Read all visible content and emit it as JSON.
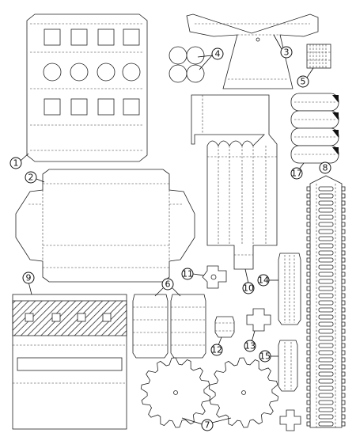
{
  "parts": [
    {
      "id": "part-1",
      "number": "1"
    },
    {
      "id": "part-2",
      "number": "2"
    },
    {
      "id": "part-3",
      "number": "3"
    },
    {
      "id": "part-4",
      "number": "4"
    },
    {
      "id": "part-5",
      "number": "5"
    },
    {
      "id": "part-6",
      "number": "6"
    },
    {
      "id": "part-7",
      "number": "7"
    },
    {
      "id": "part-8",
      "number": "8"
    },
    {
      "id": "part-9",
      "number": "9"
    },
    {
      "id": "part-10",
      "number": "10"
    },
    {
      "id": "part-11",
      "number": "11"
    },
    {
      "id": "part-12",
      "number": "12"
    },
    {
      "id": "part-13",
      "number": "13"
    },
    {
      "id": "part-14",
      "number": "14"
    },
    {
      "id": "part-15",
      "number": "15"
    },
    {
      "id": "part-17",
      "number": "17"
    }
  ],
  "colors": {
    "line": "#222222",
    "paper": "#ffffff",
    "hatch": "#333333"
  }
}
